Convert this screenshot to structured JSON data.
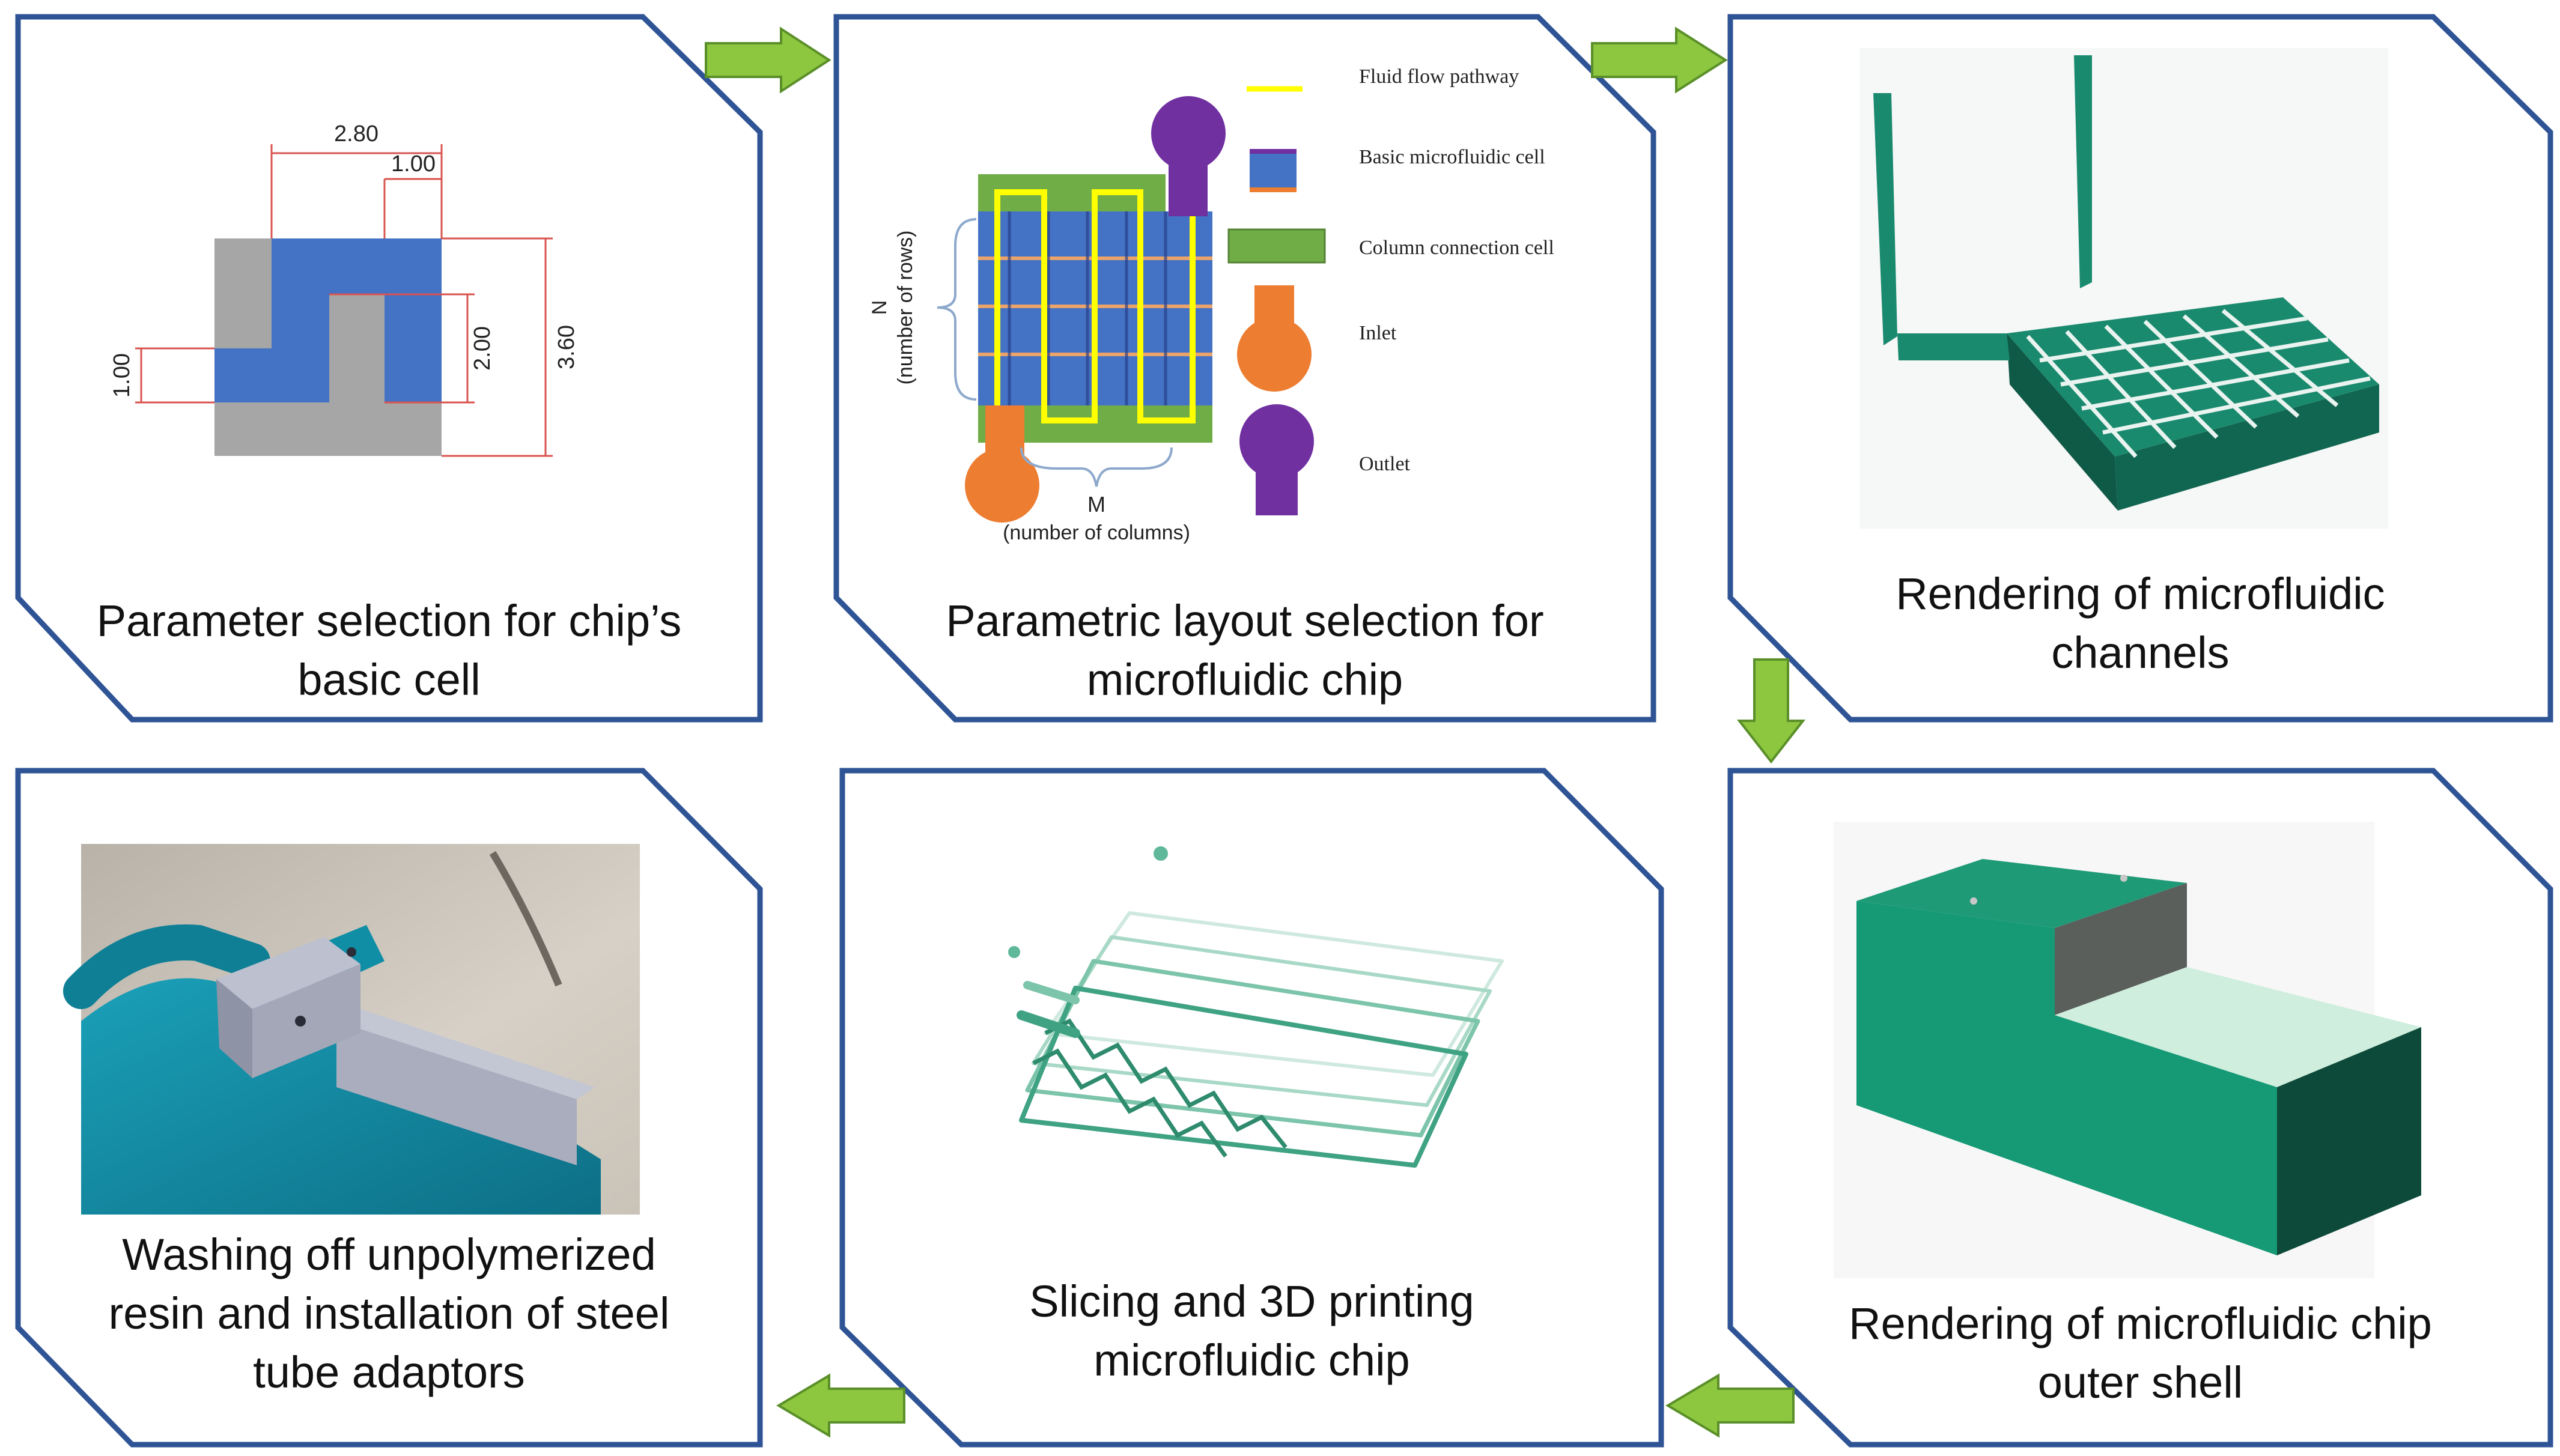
{
  "steps": [
    {
      "caption": [
        "Parameter selection for chip’s",
        "basic cell"
      ]
    },
    {
      "caption": [
        "Parametric layout selection for",
        "microfluidic chip"
      ]
    },
    {
      "caption": [
        "Rendering of microfluidic",
        "channels"
      ]
    },
    {
      "caption": [
        "Rendering of microfluidic chip",
        "outer shell"
      ]
    },
    {
      "caption": [
        "Slicing and 3D printing",
        "microfluidic chip"
      ]
    },
    {
      "caption": [
        "Washing off unpolymerized",
        "resin and installation of steel",
        "tube adaptors"
      ]
    }
  ],
  "cell_dimensions": {
    "width_top": "2.80",
    "notch": "1.00",
    "inner_height": "2.00",
    "total_height": "3.60",
    "left_height": "1.00"
  },
  "layout": {
    "n_label": "N",
    "n_desc": "(number of rows)",
    "m_label": "M",
    "m_desc": "(number of columns)"
  },
  "legend": [
    {
      "label": "Fluid flow pathway",
      "symbol": "yellow-line"
    },
    {
      "label": "Basic microfluidic cell",
      "symbol": "blue-cell"
    },
    {
      "label": "Column connection cell",
      "symbol": "green-cell"
    },
    {
      "label": "Inlet",
      "symbol": "orange-inlet"
    },
    {
      "label": "Outlet",
      "symbol": "purple-outlet"
    }
  ],
  "colors": {
    "frame": "#2f5496",
    "arrow": "#8dc63f",
    "cell_blue": "#4472c4",
    "cell_gray": "#a6a6a6",
    "dim_red": "#d9534f",
    "connection_green": "#70ad47",
    "inlet_orange": "#ed7d31",
    "outlet_purple": "#7030a0",
    "flow_yellow": "#ffff00",
    "teal": "#1a8a6e"
  }
}
